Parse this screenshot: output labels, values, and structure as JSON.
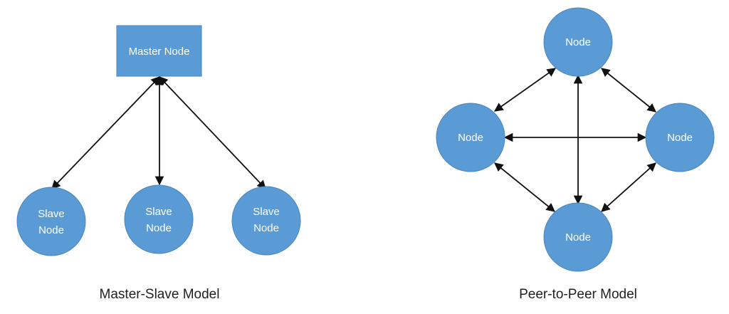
{
  "diagram": {
    "colors": {
      "node_fill": "#5b9bd5",
      "arrow": "#111111"
    },
    "master_slave": {
      "caption": "Master-Slave Model",
      "master": {
        "label": "Master Node"
      },
      "slaves": [
        {
          "line1": "Slave",
          "line2": "Node"
        },
        {
          "line1": "Slave",
          "line2": "Node"
        },
        {
          "line1": "Slave",
          "line2": "Node"
        }
      ],
      "edges": [
        {
          "from": "master",
          "to": "slave-1",
          "arrows": "both"
        },
        {
          "from": "master",
          "to": "slave-2",
          "arrows": "both"
        },
        {
          "from": "master",
          "to": "slave-3",
          "arrows": "both"
        }
      ]
    },
    "peer_to_peer": {
      "caption": "Peer-to-Peer Model",
      "nodes": [
        {
          "label": "Node"
        },
        {
          "label": "Node"
        },
        {
          "label": "Node"
        },
        {
          "label": "Node"
        }
      ],
      "edges": [
        {
          "from": "top",
          "to": "left",
          "arrows": "both"
        },
        {
          "from": "top",
          "to": "right",
          "arrows": "both"
        },
        {
          "from": "left",
          "to": "bottom",
          "arrows": "both"
        },
        {
          "from": "right",
          "to": "bottom",
          "arrows": "both"
        },
        {
          "from": "left",
          "to": "right",
          "arrows": "both"
        },
        {
          "from": "top",
          "to": "bottom",
          "arrows": "both"
        }
      ]
    }
  }
}
